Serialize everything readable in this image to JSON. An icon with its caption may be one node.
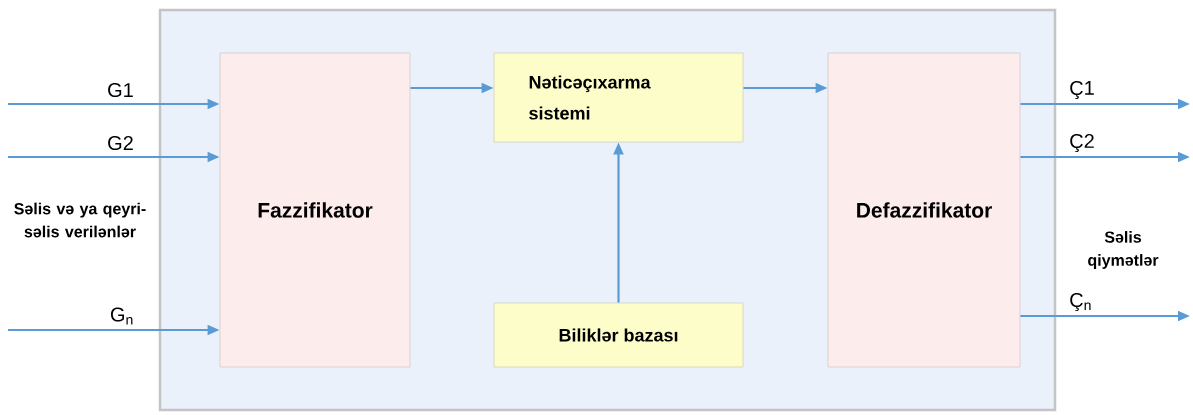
{
  "diagram": {
    "nodes": [
      {
        "text": [],
        "shape": "box"
      },
      {
        "text": [
          "Fazzifikator"
        ],
        "in": 0
      },
      {
        "text": [
          "Nəticəçıxarma sistemi"
        ],
        "in": 0
      },
      {
        "text": [
          "Biliklər bazası"
        ],
        "in": 0
      },
      {
        "text": [
          "Defazzifikator"
        ],
        "in": 0
      }
    ],
    "edges": [
      {
        "from": null,
        "to": 1,
        "arrow": "to",
        "label": "G1"
      },
      {
        "from": null,
        "to": 1,
        "arrow": "to",
        "label": "G2"
      },
      {
        "from": null,
        "to": 1,
        "arrow": "to",
        "label": "G$_{n}$"
      },
      {
        "from": 1,
        "to": 2,
        "arrow": "to"
      },
      {
        "from": 2,
        "to": 4,
        "arrow": "to"
      },
      {
        "from": 3,
        "to": 2,
        "arrow": "to"
      },
      {
        "from": 4,
        "to": null,
        "arrow": "to",
        "label": "Ç1"
      },
      {
        "from": 4,
        "to": null,
        "arrow": "to",
        "label": "Ç2"
      },
      {
        "from": 4,
        "to": null,
        "arrow": "to",
        "label": "Ç$_{n}$"
      }
    ],
    "labels": [
      "Səlis və ya qeyri-səlis verilənlər",
      "Səlis qiymətlər"
    ]
  }
}
